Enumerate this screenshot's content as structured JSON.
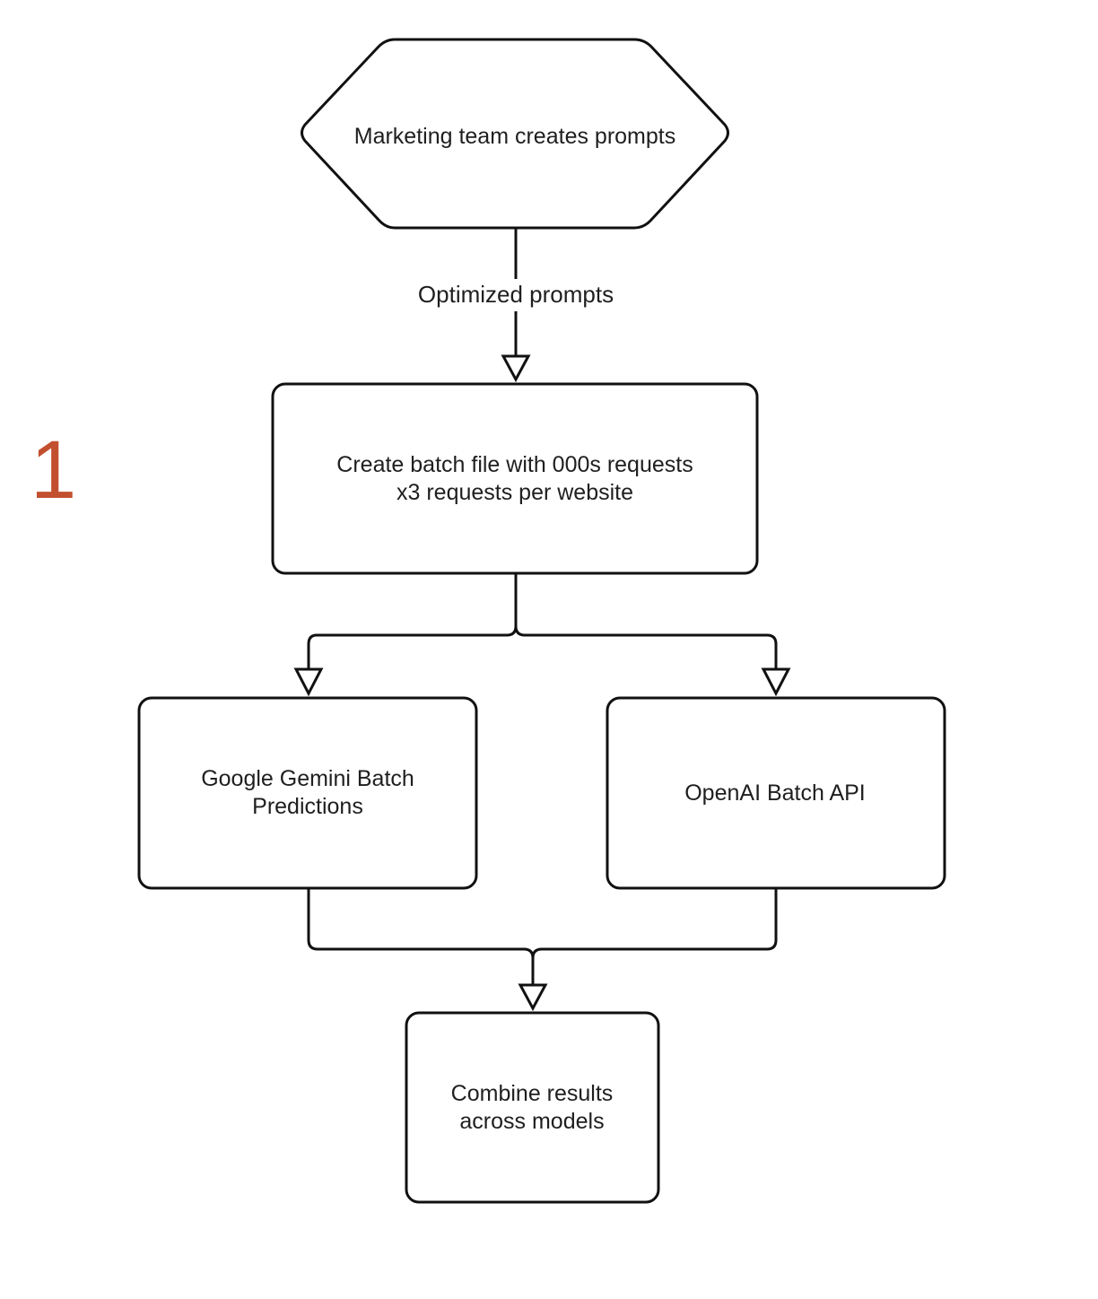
{
  "step_number": "1",
  "colors": {
    "step_number": "#C2502F",
    "stroke": "#111111",
    "text": "#1f1f1f",
    "background": "#ffffff"
  },
  "nodes": {
    "start": {
      "shape": "hexagon",
      "text": "Marketing team creates prompts"
    },
    "batch_file": {
      "shape": "rounded-rectangle",
      "lines": [
        "Create batch file with 000s requests",
        "x3 requests per website"
      ]
    },
    "gemini": {
      "shape": "rounded-rectangle",
      "lines": [
        "Google Gemini Batch",
        "Predictions"
      ]
    },
    "openai": {
      "shape": "rounded-rectangle",
      "text": "OpenAI Batch API"
    },
    "combine": {
      "shape": "rounded-rectangle",
      "lines": [
        "Combine results",
        "across models"
      ]
    }
  },
  "edges": {
    "start_to_batch": {
      "from": "start",
      "to": "batch_file",
      "label": "Optimized prompts"
    },
    "batch_to_gemini": {
      "from": "batch_file",
      "to": "gemini"
    },
    "batch_to_openai": {
      "from": "batch_file",
      "to": "openai"
    },
    "gemini_to_combine": {
      "from": "gemini",
      "to": "combine"
    },
    "openai_to_combine": {
      "from": "openai",
      "to": "combine"
    }
  }
}
